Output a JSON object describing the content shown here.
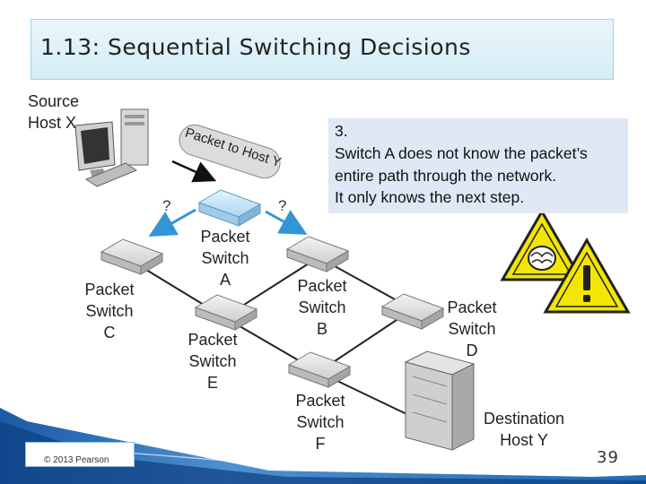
{
  "title": "1.13: Sequential Switching Decisions",
  "source_host": "Source\nHost X",
  "packet_label": "Packet to Host Y",
  "question_mark": "?",
  "switches": {
    "a": "Packet\nSwitch\nA",
    "b": "Packet\nSwitch\nB",
    "c": "Packet\nSwitch\nC",
    "d": "Packet\nSwitch\nD",
    "e": "Packet\nSwitch\nE",
    "f": "Packet\nSwitch\nF"
  },
  "destination_host": "Destination\nHost Y",
  "note": {
    "number": "3.",
    "lines": [
      "Switch A does not know the packet’s",
      "entire path through the network.",
      "It only knows the next step."
    ]
  },
  "copyright": "© 2013 Pearson",
  "page_number": "39",
  "colors": {
    "title_bg": "#d4edf6",
    "note_bg": "#dfe8f4",
    "warning_yellow": "#f3e600",
    "arrow_blue": "#2f97d6",
    "switch_a_blue": "#bfe2f7"
  }
}
